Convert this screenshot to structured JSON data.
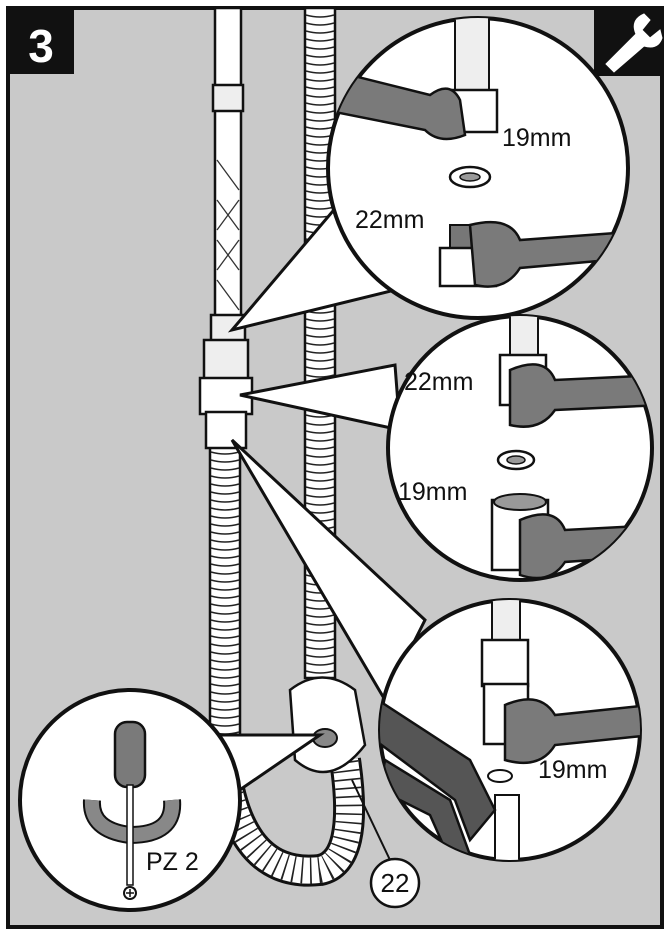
{
  "step": {
    "number": "3"
  },
  "tool_icon": "wrench-icon",
  "callout_top": {
    "label_upper": "19mm",
    "label_lower": "22mm"
  },
  "callout_middle": {
    "label_upper": "22mm",
    "label_lower": "19mm"
  },
  "callout_bottom": {
    "label": "19mm"
  },
  "callout_screwdriver": {
    "label": "PZ 2"
  },
  "part_number": "22",
  "colors": {
    "panel_bg": "#c9c9c9",
    "frame": "#111111",
    "step_badge_bg": "#111111",
    "circle_bg": "#ffffff",
    "wrench": "#7a7a7a",
    "hose_fill": "#ffffff"
  }
}
